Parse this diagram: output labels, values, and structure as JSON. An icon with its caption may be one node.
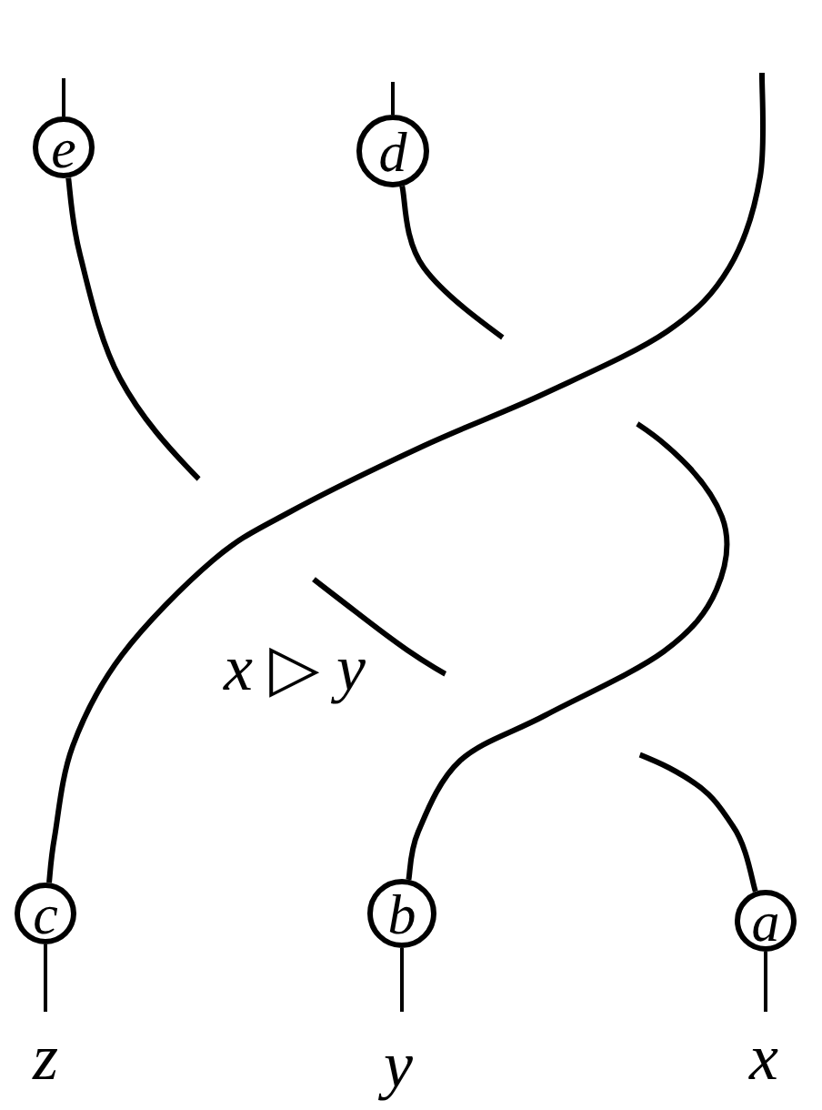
{
  "diagram": {
    "nodes": [
      {
        "text": [
          "e"
        ]
      },
      {
        "text": [
          "d"
        ]
      },
      {
        "text": [
          "c"
        ]
      },
      {
        "text": [
          "b"
        ]
      },
      {
        "text": [
          "a"
        ]
      }
    ],
    "edges": [
      {
        "from": null,
        "to": 0,
        "arrow": "none"
      },
      {
        "from": null,
        "to": 1,
        "arrow": "none"
      },
      {
        "from": 0,
        "to": 4,
        "arrow": "none"
      },
      {
        "from": 1,
        "to": 3,
        "arrow": "none"
      },
      {
        "from": null,
        "to": 2,
        "arrow": "none"
      },
      {
        "from": 2,
        "to": null,
        "arrow": "none"
      },
      {
        "from": 3,
        "to": null,
        "arrow": "none"
      },
      {
        "from": 4,
        "to": null,
        "arrow": "none"
      }
    ],
    "labels": [
      "*x* ▷ *y*",
      "z",
      "y",
      "x"
    ]
  }
}
